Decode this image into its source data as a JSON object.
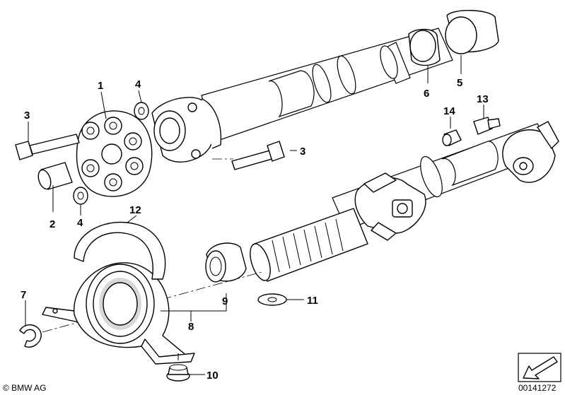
{
  "callouts": {
    "c1": "1",
    "c2": "2",
    "c3a": "3",
    "c3b": "3",
    "c4a": "4",
    "c4b": "4",
    "c5": "5",
    "c6": "6",
    "c7": "7",
    "c8": "8",
    "c9": "9",
    "c10": "10",
    "c11": "11",
    "c12": "12",
    "c13": "13",
    "c14": "14"
  },
  "copyright": "© BMW AG",
  "catalog_number": "00141272",
  "icons": {
    "nav_arrow": "arrow-down-left-icon"
  }
}
